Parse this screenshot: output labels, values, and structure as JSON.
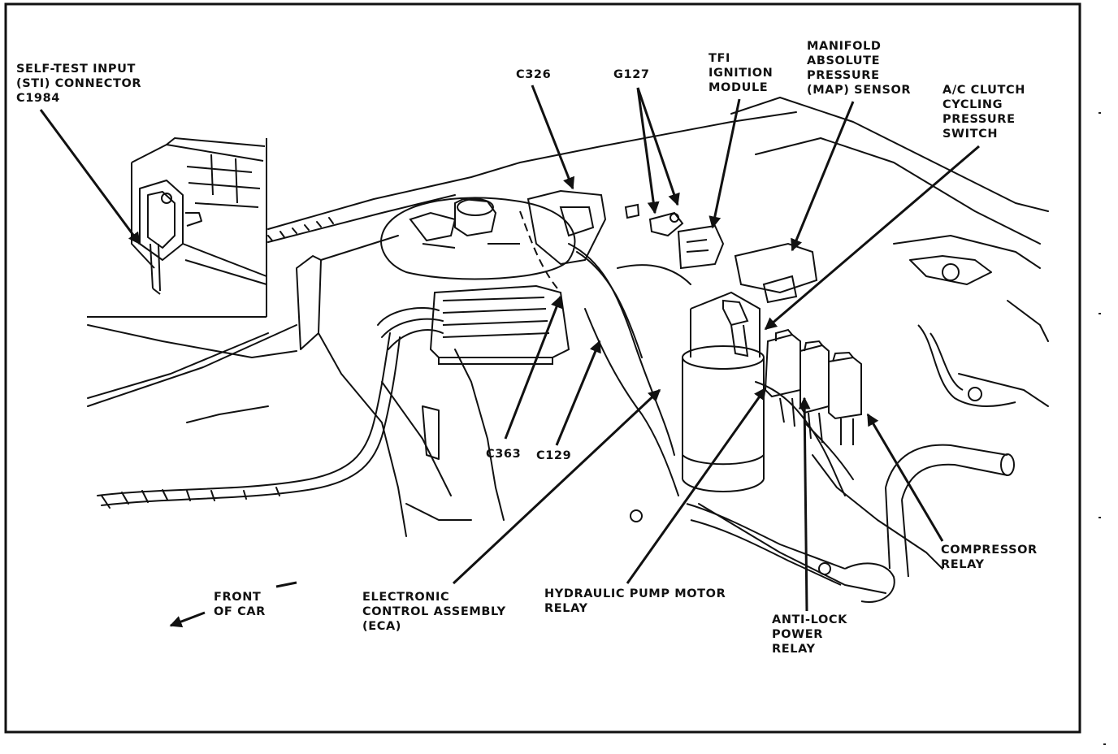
{
  "figure": {
    "colors": {
      "ink": "#111111",
      "paper": "#ffffff"
    },
    "labels": {
      "sti_connector": [
        "SELF-TEST INPUT",
        "(STI) CONNECTOR",
        "C1984"
      ],
      "c326": [
        "C326"
      ],
      "g127": [
        "G127"
      ],
      "tfi_module": [
        "TFI",
        "IGNITION",
        "MODULE"
      ],
      "map_sensor": [
        "MANIFOLD",
        "ABSOLUTE",
        "PRESSURE",
        "(MAP) SENSOR"
      ],
      "ac_clutch_switch": [
        "A/C CLUTCH",
        "CYCLING",
        "PRESSURE",
        "SWITCH"
      ],
      "c363": [
        "C363"
      ],
      "c129": [
        "C129"
      ],
      "compressor_relay": [
        "COMPRESSOR",
        "RELAY"
      ],
      "front_of_car": [
        "FRONT",
        "OF CAR"
      ],
      "eca": [
        "ELECTRONIC",
        "CONTROL ASSEMBLY",
        "(ECA)"
      ],
      "hydraulic_relay": [
        "HYDRAULIC PUMP MOTOR",
        "RELAY"
      ],
      "antilock_relay": [
        "ANTI-LOCK",
        "POWER",
        "RELAY"
      ]
    }
  }
}
